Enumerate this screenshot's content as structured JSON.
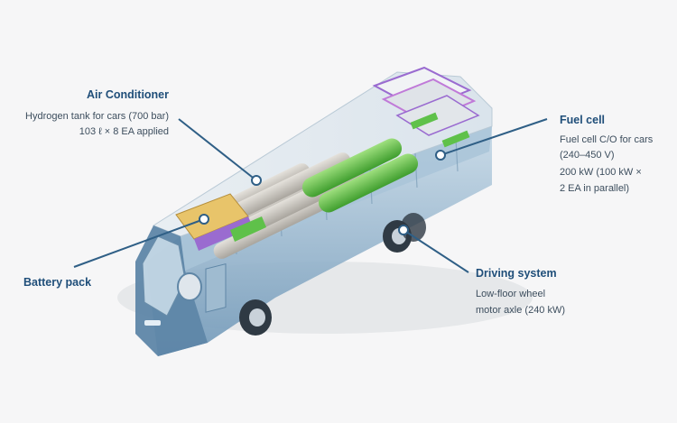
{
  "callouts": {
    "air_conditioner": {
      "title": "Air Conditioner",
      "lines": [
        "Hydrogen tank for cars (700 bar)",
        "103 ℓ × 8 EA applied"
      ]
    },
    "fuel_cell": {
      "title": "Fuel cell",
      "lines": [
        "Fuel cell C/O for cars",
        "(240–450 V)",
        "200 kW (100 kW ×",
        "2 EA in parallel)"
      ]
    },
    "battery_pack": {
      "title": "Battery pack",
      "lines": []
    },
    "driving_system": {
      "title": "Driving system",
      "lines": [
        "Low-floor wheel",
        "motor axle (240 kW)"
      ]
    }
  },
  "colors": {
    "background": "#f6f6f7",
    "callout_line": "#2f5f86",
    "title": "#1f4e79",
    "body_text": "#3d4e5e",
    "bus_body": "#7fa6c4",
    "bus_glass": "#b9d0e0",
    "tank": "#c9c6c0",
    "fuel_cell_green": "#5fc14a",
    "battery_purple": "#9a6bd0",
    "battery_yellow": "#e8c46a"
  }
}
